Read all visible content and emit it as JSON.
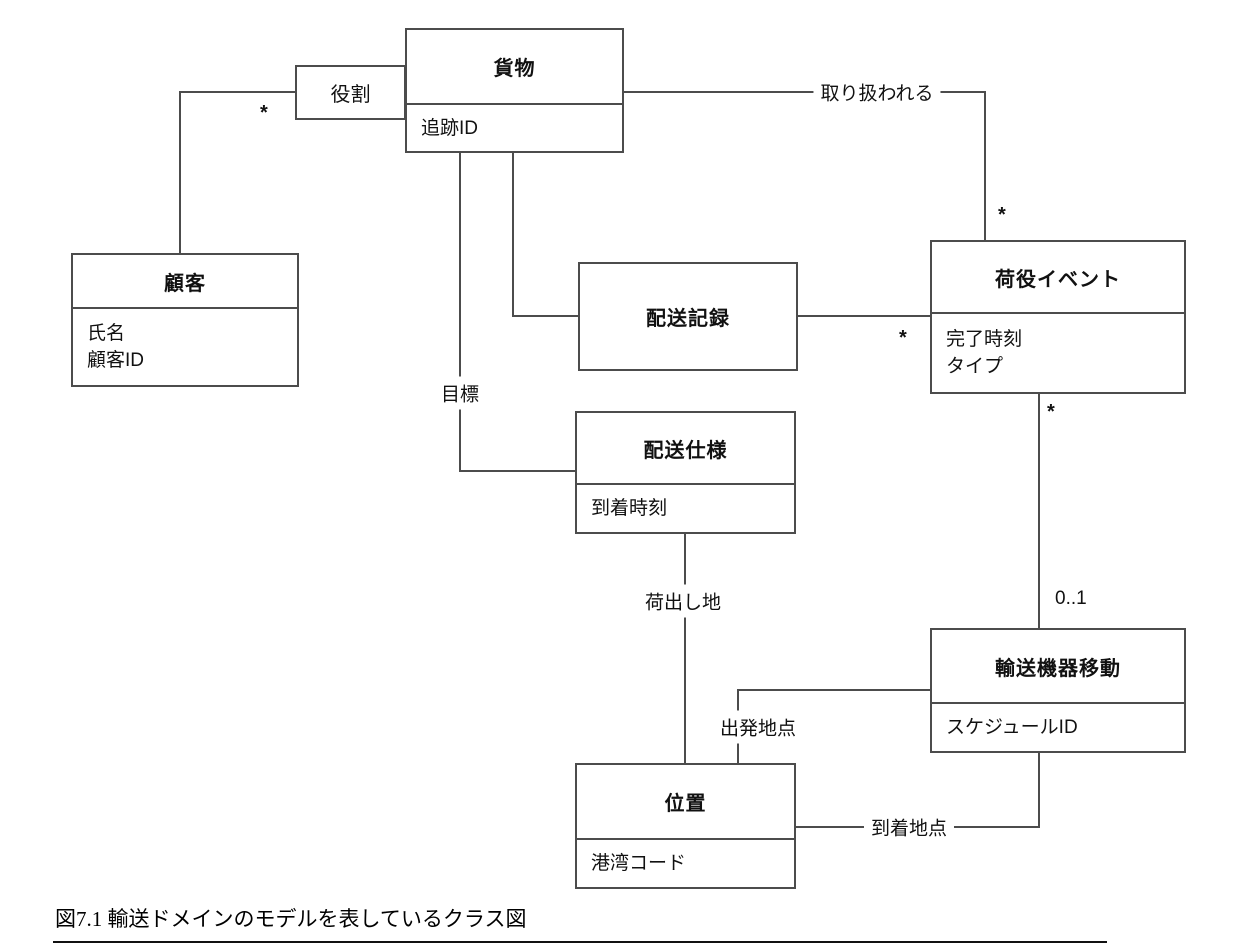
{
  "diagram": {
    "type": "uml-class-diagram",
    "classes": {
      "cargo": {
        "title": "貨物",
        "attributes": {
          "a1": "追跡ID"
        }
      },
      "customer": {
        "title": "顧客",
        "attributes": {
          "a1": "氏名",
          "a2": "顧客ID"
        }
      },
      "delivery_history": {
        "title": "配送記録",
        "attributes": {}
      },
      "handling_event": {
        "title": "荷役イベント",
        "attributes": {
          "a1": "完了時刻",
          "a2": "タイプ"
        }
      },
      "delivery_spec": {
        "title": "配送仕様",
        "attributes": {
          "a1": "到着時刻"
        }
      },
      "carrier_movement": {
        "title": "輸送機器移動",
        "attributes": {
          "a1": "スケジュールID"
        }
      },
      "location": {
        "title": "位置",
        "attributes": {
          "a1": "港湾コード"
        }
      }
    },
    "qualifier": {
      "label": "役割"
    },
    "association_labels": {
      "handled": "取り扱われる",
      "goal": "目標",
      "shipping_origin": "荷出し地",
      "departure_point": "出発地点",
      "arrival_point": "到着地点"
    },
    "multiplicities": {
      "customer_cargo": "*",
      "cargo_handling_event": "*",
      "history_handling_event": "*",
      "handling_event_movement": "*",
      "movement_handling_event": "0..1"
    },
    "colors": {
      "line": "#4c4c4c",
      "text": "#111111",
      "background": "#ffffff"
    }
  },
  "caption": {
    "text": "図7.1 輸送ドメインのモデルを表しているクラス図"
  }
}
